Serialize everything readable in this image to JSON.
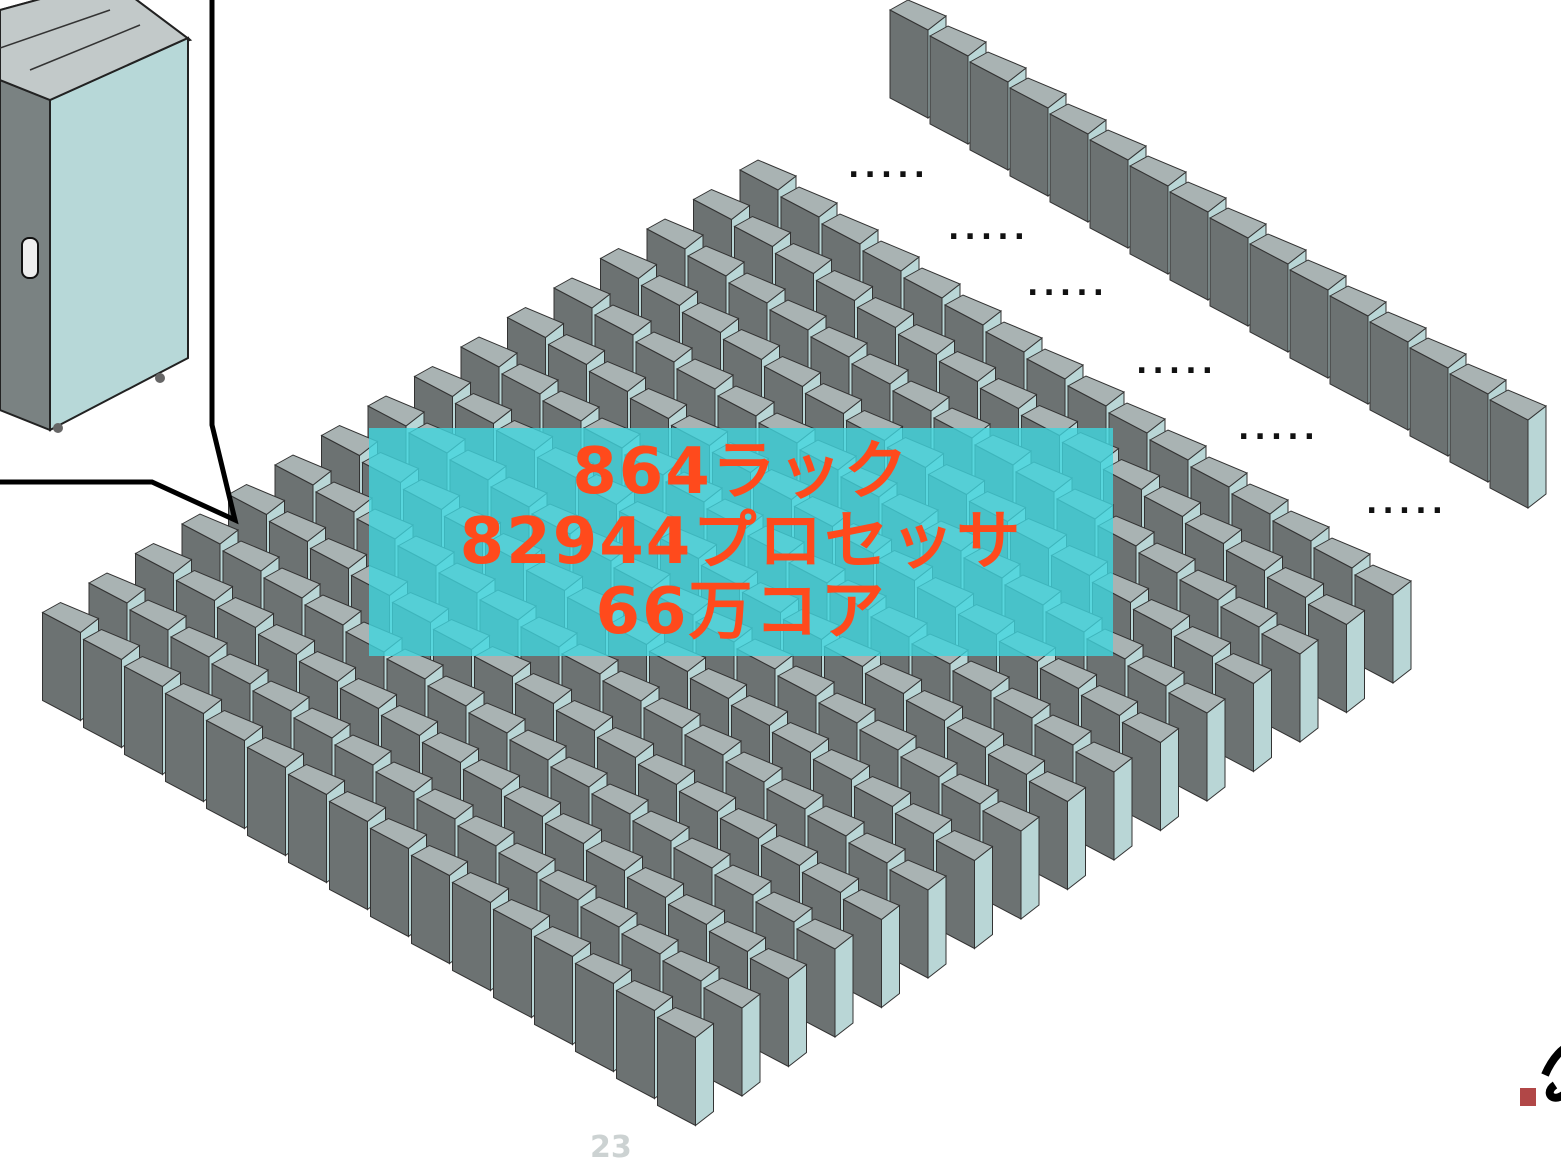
{
  "stats": {
    "racks": "864ラック",
    "processors": "82944プロセッサ",
    "cores": "66万コア"
  },
  "continuation_marks": ".....",
  "page_number": "23",
  "colors": {
    "rack_front": "#b9d6d6",
    "rack_side": "#6c7272",
    "rack_top": "#a9b3b3",
    "overlay": "#40d6de",
    "stat_text": "#ff4a1c"
  }
}
